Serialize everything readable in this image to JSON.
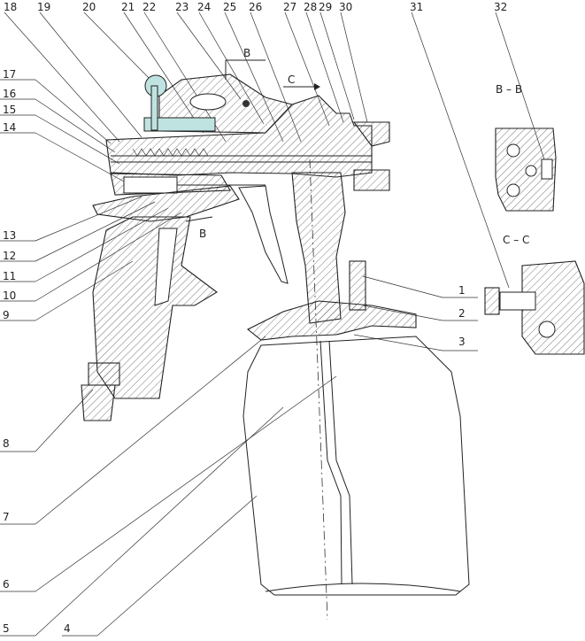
{
  "callouts_top": [
    "18",
    "19",
    "20",
    "21",
    "22",
    "23",
    "24",
    "25",
    "26",
    "27",
    "28",
    "29",
    "30",
    "31",
    "32"
  ],
  "callouts_left": [
    "17",
    "16",
    "15",
    "14",
    "13",
    "12",
    "11",
    "10",
    "9",
    "8",
    "7",
    "6",
    "5",
    "4"
  ],
  "callouts_right": [
    "1",
    "2",
    "3"
  ],
  "section_labels": {
    "bb_title": "B – B",
    "cc_title": "C – C",
    "arrow_b_top": "B",
    "arrow_b_bottom": "B",
    "arrow_c": "C"
  },
  "colors": {
    "line": "#222222",
    "highlight": "#bfe3e0"
  }
}
